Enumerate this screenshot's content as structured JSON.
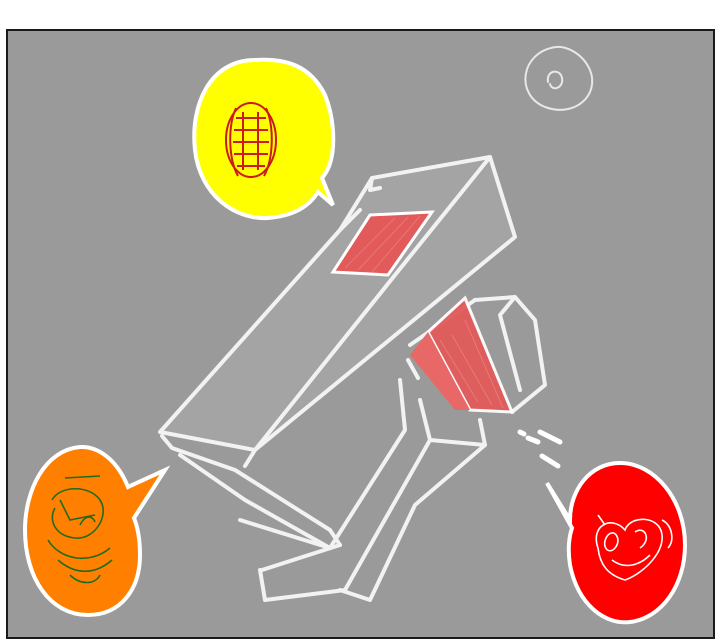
{
  "scene": {
    "background_color": "#9a9a9a",
    "border_color": "#1a1a1a",
    "chalk_color": "#f2f2f2",
    "cut_face_color": "#e25a5a",
    "bubbles": [
      {
        "name": "yellow",
        "fill": "#ffff00",
        "sketch_color": "#cc1b1b",
        "sketch": "mouth-icon"
      },
      {
        "name": "orange",
        "fill": "#ff8000",
        "sketch_color": "#1f6b1f",
        "sketch": "swirl-scribble-icon"
      },
      {
        "name": "red",
        "fill": "#ff0000",
        "sketch_color": "#ffffff",
        "sketch": "scribble-heart-icon"
      }
    ]
  }
}
